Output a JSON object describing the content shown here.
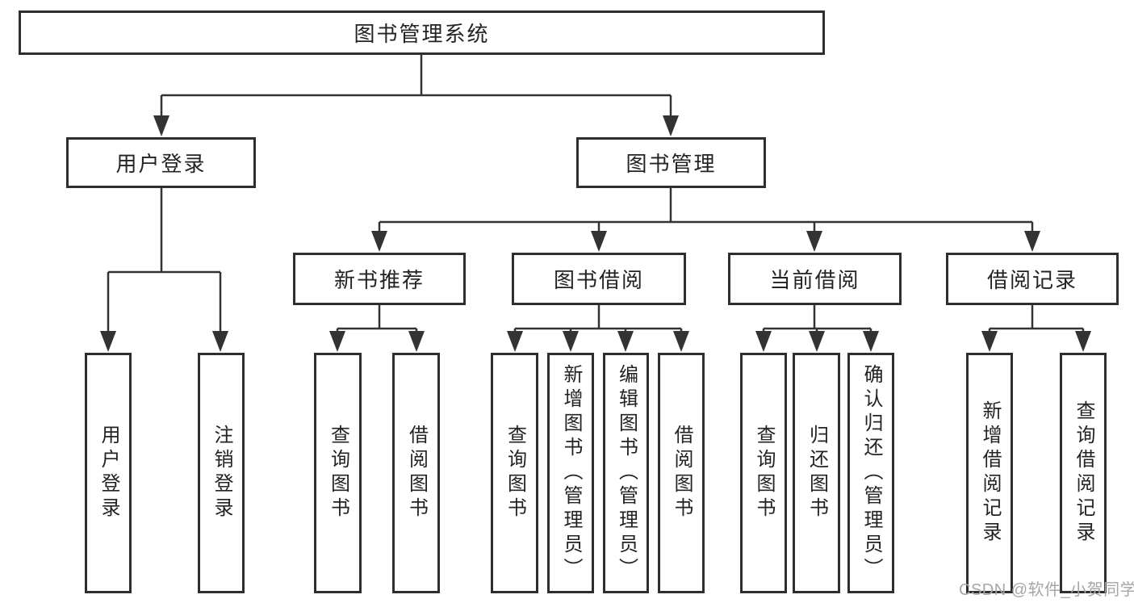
{
  "tree": {
    "root": {
      "label": "图书管理系统"
    },
    "branches": [
      {
        "label": "用户登录",
        "children": [
          {
            "label": "用户登录"
          },
          {
            "label": "注销登录"
          }
        ]
      },
      {
        "label": "图书管理",
        "children": [
          {
            "label": "新书推荐",
            "children": [
              {
                "label": "查询图书"
              },
              {
                "label": "借阅图书"
              }
            ]
          },
          {
            "label": "图书借阅",
            "children": [
              {
                "label": "查询图书"
              },
              {
                "label": "新增图书（管理员）"
              },
              {
                "label": "编辑图书（管理员）"
              },
              {
                "label": "借阅图书"
              }
            ]
          },
          {
            "label": "当前借阅",
            "children": [
              {
                "label": "查询图书"
              },
              {
                "label": "归还图书"
              },
              {
                "label": "确认归还（管理员）"
              }
            ]
          },
          {
            "label": "借阅记录",
            "children": [
              {
                "label": "新增借阅记录"
              },
              {
                "label": "查询借阅记录"
              }
            ]
          }
        ]
      }
    ]
  },
  "watermark": "CSDN @软件_小贺同学",
  "colors": {
    "background": "#ffffff",
    "line": "#333333",
    "box_border": "#2e2e2e",
    "box_fill": "#ffffff",
    "text": "#232323",
    "watermark": "#a6a6a6"
  }
}
